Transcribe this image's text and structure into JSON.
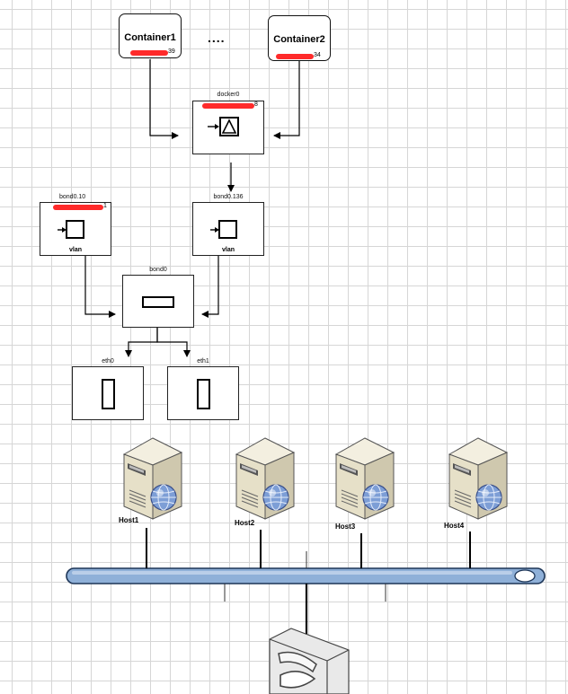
{
  "containers": [
    {
      "name": "Container1",
      "ip_tail": "39"
    },
    {
      "name": "Container2",
      "ip_tail": "34"
    }
  ],
  "ellipsis": "....",
  "bridge": {
    "name": "docker0",
    "ip_tail": "8"
  },
  "vlans": [
    {
      "name": "bond0.10",
      "ip_tail": "1",
      "type": "vlan"
    },
    {
      "name": "bond0.136",
      "type": "vlan"
    }
  ],
  "bond": {
    "name": "bond0"
  },
  "nics": [
    {
      "name": "eth0"
    },
    {
      "name": "eth1"
    }
  ],
  "hosts": [
    {
      "name": "Host1"
    },
    {
      "name": "Host2"
    },
    {
      "name": "Host3"
    },
    {
      "name": "Host4"
    }
  ],
  "colors": {
    "redaction": "#ff2a2a",
    "network_bus": "#8fb0d8",
    "server_body": "#e8e3d0"
  },
  "icons": [
    "bridge-icon",
    "vlan-icon",
    "bond-icon",
    "nic-icon",
    "server-icon",
    "globe-icon",
    "switch-icon"
  ]
}
